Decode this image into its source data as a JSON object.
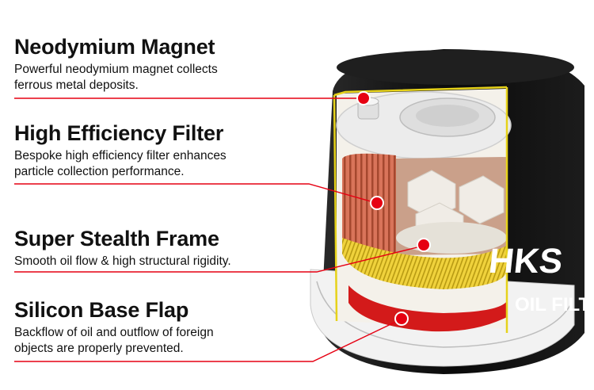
{
  "features": [
    {
      "title": "Neodymium Magnet",
      "desc_lines": [
        "Powerful neodymium magnet collects",
        "ferrous metal deposits."
      ]
    },
    {
      "title": "High Efficiency Filter",
      "desc_lines": [
        "Bespoke high efficiency filter enhances",
        "particle collection performance."
      ]
    },
    {
      "title": "Super Stealth Frame",
      "desc_lines": [
        "Smooth oil flow & high structural rigidity."
      ]
    },
    {
      "title": "Silicon Base Flap",
      "desc_lines": [
        "Backflow of oil and outflow of foreign",
        "objects are properly prevented."
      ]
    }
  ],
  "product_text": {
    "brand": "HKS",
    "label": "OIL FILTER"
  },
  "colors": {
    "callout": "#e60012",
    "canister": "#0d0d0d",
    "filter": "#d9745a",
    "frame": "#e8e2d4",
    "base_flap": "#d31a1a",
    "frame_outline": "#e6d21a"
  }
}
